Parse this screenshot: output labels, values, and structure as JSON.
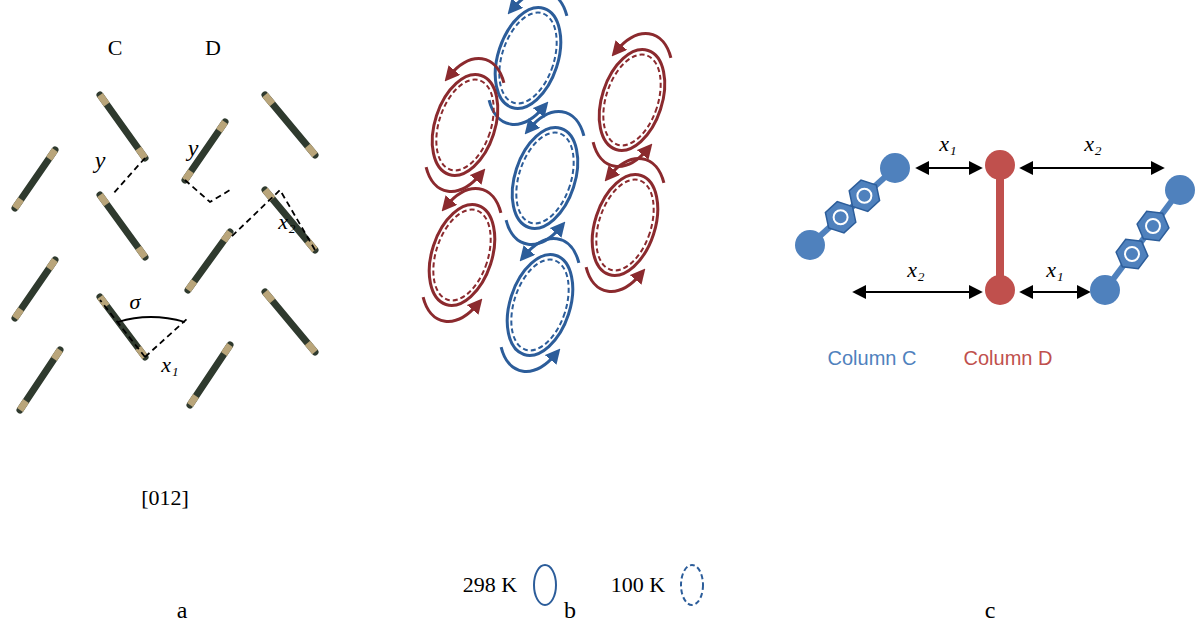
{
  "diagram": {
    "labels": [
      "C",
      "D",
      "y",
      "y",
      "x₂",
      "σ",
      "x₁",
      "[012]",
      "a",
      "b",
      "x₁",
      "x₂",
      "x₂",
      "x₁",
      "Column C",
      "Column D",
      "c"
    ],
    "legend": [
      {
        "text": "298 K"
      },
      {
        "text": "100 K"
      }
    ]
  }
}
